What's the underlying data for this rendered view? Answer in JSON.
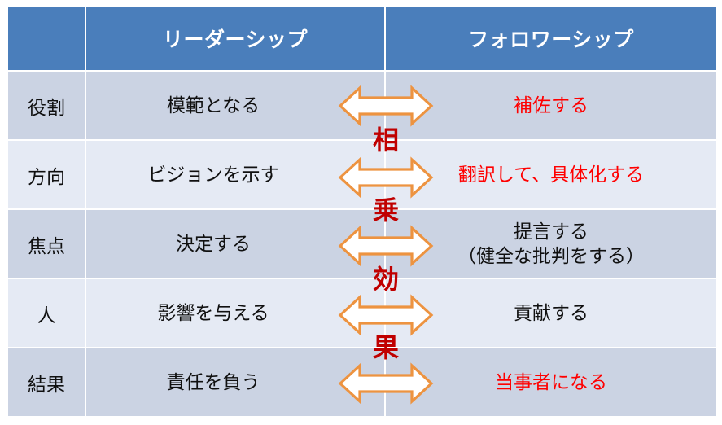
{
  "table": {
    "header": {
      "corner_label": "",
      "columns": [
        "リーダーシップ",
        "フォロワーシップ"
      ]
    },
    "rows": [
      {
        "label": "役割",
        "leadership": "模範となる",
        "followership": "補佐する",
        "followership_line2": "",
        "followership_accent": true
      },
      {
        "label": "方向",
        "leadership": "ビジョンを示す",
        "followership": "翻訳して、具体化する",
        "followership_line2": "",
        "followership_accent": true
      },
      {
        "label": "焦点",
        "leadership": "決定する",
        "followership": "提言する",
        "followership_line2": "（健全な批判をする）",
        "followership_accent": false
      },
      {
        "label": "人",
        "leadership": "影響を与える",
        "followership": "貢献する",
        "followership_line2": "",
        "followership_accent": false
      },
      {
        "label": "結果",
        "leadership": "責任を負う",
        "followership": "当事者になる",
        "followership_line2": "",
        "followership_accent": true
      }
    ]
  },
  "annotation": {
    "vertical_phrase": "相乗効果",
    "vertical_chars": [
      "相",
      "乗",
      "効",
      "果"
    ],
    "arrow_icon": "double-headed-horizontal-arrow",
    "arrow_count": 5
  },
  "colors": {
    "header_blue": "#4A7EBB",
    "band_dark": "#CBD3E3",
    "band_light": "#E5EAF4",
    "accent_red": "#FF0000",
    "kanji_red": "#C00000",
    "arrow_outline": "#ED9340",
    "arrow_fill": "#FFFFFF",
    "text_black": "#101010",
    "header_text": "#FFFFFF"
  }
}
